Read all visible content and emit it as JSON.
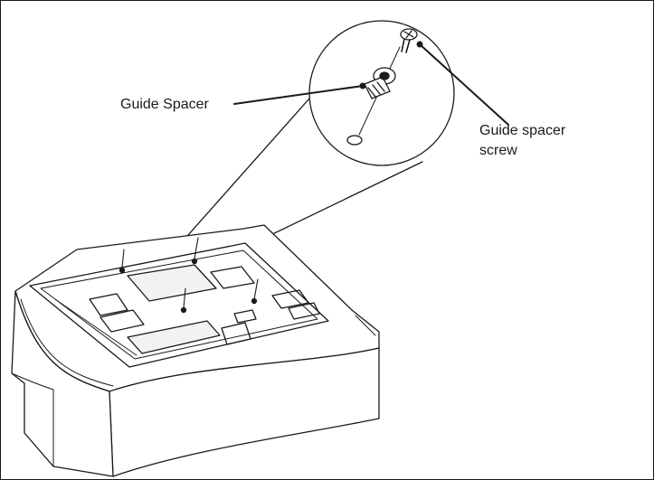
{
  "diagram": {
    "callouts": {
      "guide_spacer": "Guide Spacer",
      "guide_spacer_screw_line1": "Guide spacer",
      "guide_spacer_screw_line2": "screw"
    },
    "colors": {
      "line": "#1a1a1a",
      "background": "#ffffff",
      "shade": "#f2f2f2"
    },
    "icons": [
      "magnifier-circle",
      "guide-spacer-part",
      "screw-part",
      "tv-back-panel",
      "foam-packaging"
    ]
  }
}
